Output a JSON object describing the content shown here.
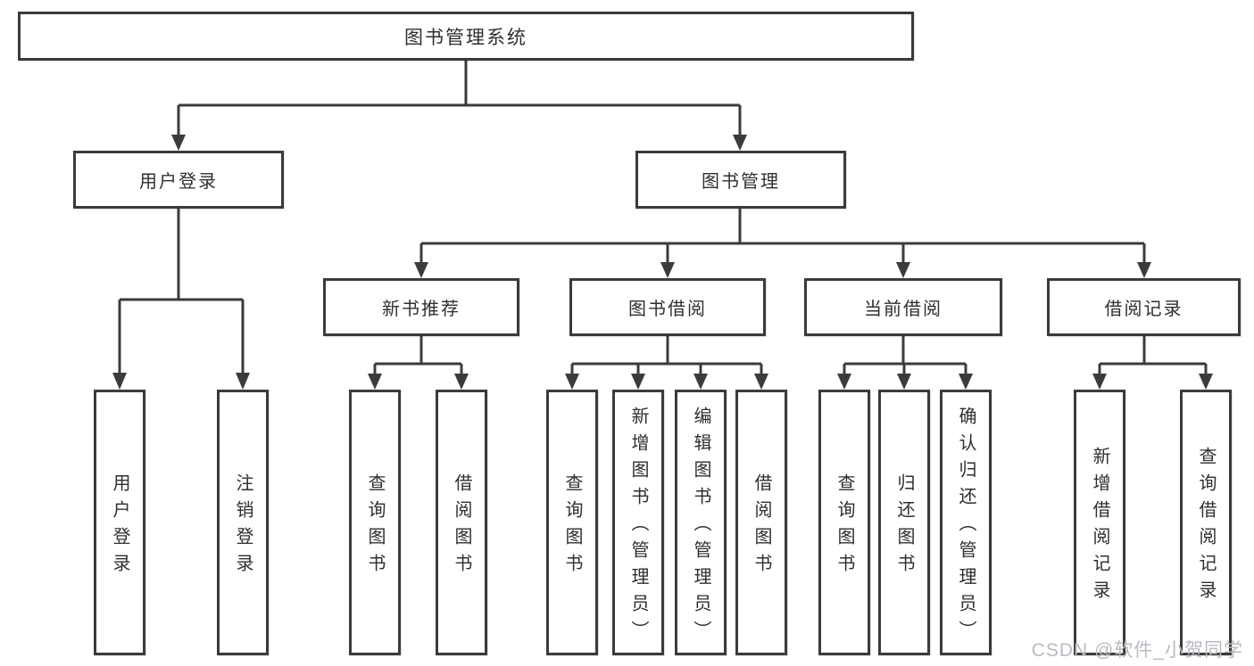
{
  "root": {
    "label": "图书管理系统"
  },
  "level2": [
    {
      "label": "用户登录",
      "children": [
        {
          "label": "用户登录"
        },
        {
          "label": "注销登录"
        }
      ]
    },
    {
      "label": "图书管理",
      "children": [
        {
          "label": "新书推荐",
          "children": [
            {
              "label": "查询图书"
            },
            {
              "label": "借阅图书"
            }
          ]
        },
        {
          "label": "图书借阅",
          "children": [
            {
              "label": "查询图书"
            },
            {
              "label": "新增图书（管理员）"
            },
            {
              "label": "编辑图书（管理员）"
            },
            {
              "label": "借阅图书"
            }
          ]
        },
        {
          "label": "当前借阅",
          "children": [
            {
              "label": "查询图书"
            },
            {
              "label": "归还图书"
            },
            {
              "label": "确认归还（管理员）"
            }
          ]
        },
        {
          "label": "借阅记录",
          "children": [
            {
              "label": "新增借阅记录"
            },
            {
              "label": "查询借阅记录"
            }
          ]
        }
      ]
    }
  ],
  "watermark": {
    "text": "CSDN @软件_小贺同学"
  },
  "colors": {
    "line": "#3b3b3b",
    "text": "#2f2f2f",
    "background": "#ffffff",
    "watermark": "#b7bbc0"
  }
}
